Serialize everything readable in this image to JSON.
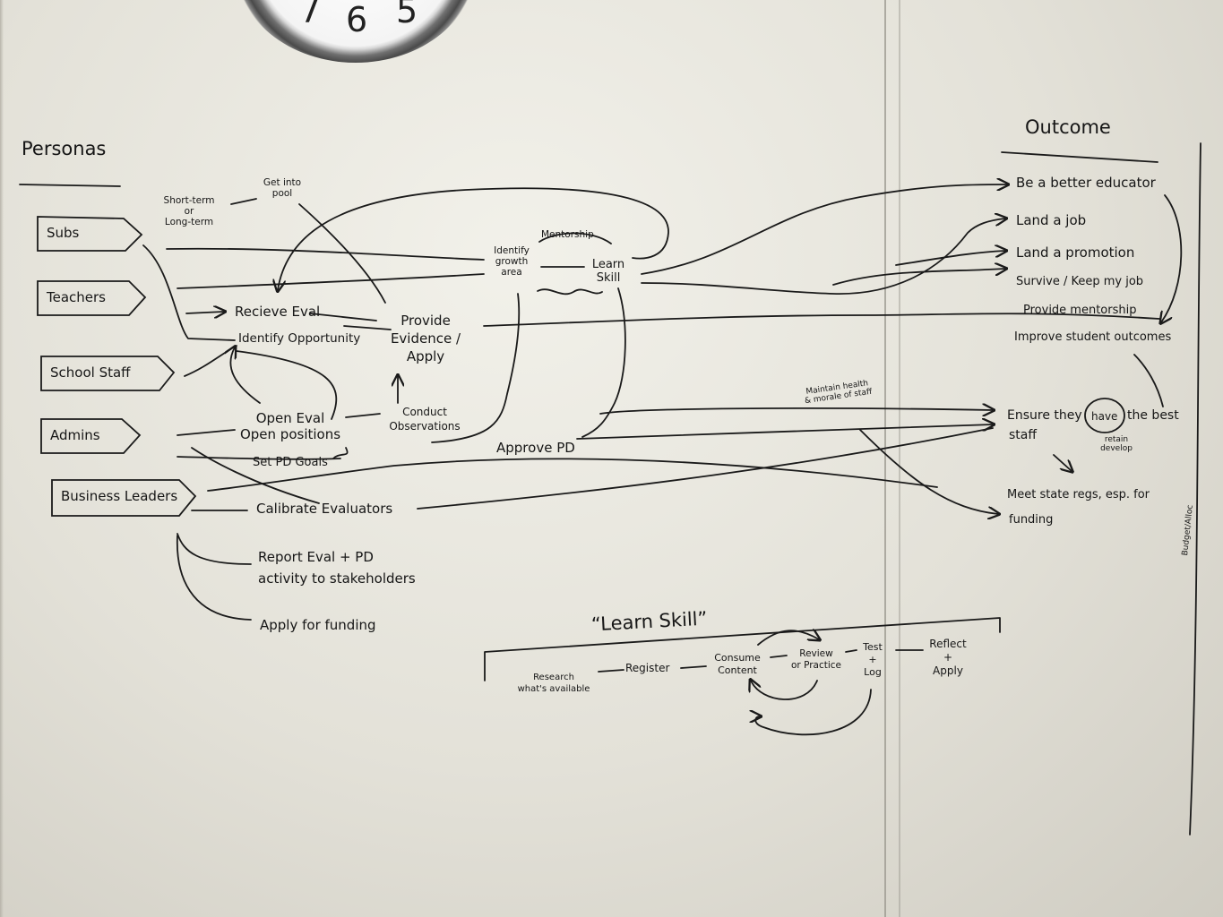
{
  "clock": {
    "numbers": [
      "7",
      "6",
      "5"
    ]
  },
  "headings": {
    "personas": "Personas",
    "outcome": "Outcome",
    "learn_skill": "“Learn Skill”"
  },
  "personas": [
    "Subs",
    "Teachers",
    "School Staff",
    "Admins",
    "Business Leaders"
  ],
  "middle": {
    "short_term": "Short-term",
    "or": "or",
    "long_term": "Long-term",
    "get_into_pool": "Get into",
    "pool": "pool",
    "identify_growth": "Identify",
    "growth": "growth",
    "area": "area",
    "mentorship": "Mentorship",
    "learn": "Learn",
    "skill": "Skill",
    "receive_eval": "Recieve Eval",
    "identify_opportunity": "Identify Opportunity",
    "provide": "Provide",
    "evidence": "Evidence /",
    "apply": "Apply",
    "open_eval": "Open Eval",
    "open_positions": "Open positions",
    "conduct": "Conduct",
    "observations": "Observations",
    "set_pd_goals": "Set PD Goals",
    "approve_pd": "Approve PD",
    "calibrate_evaluators": "Calibrate Evaluators",
    "report_eval": "Report Eval + PD",
    "activity_stakeholders": "activity to stakeholders",
    "apply_funding": "Apply for funding",
    "maintain_health": "Maintain health",
    "morale_staff": "& morale of staff"
  },
  "outcomes": [
    "Be a better educator",
    "Land a job",
    "Land a promotion",
    "Survive / Keep my job",
    "Provide mentorship",
    "Improve student outcomes"
  ],
  "ensure": {
    "line1_a": "Ensure they",
    "have": "have",
    "line1_b": "the best",
    "line2": "staff",
    "retain": "retain",
    "develop": "develop",
    "meet_state": "Meet state regs, esp. for",
    "funding": "funding"
  },
  "learn_steps": {
    "research": "Research",
    "whats_available": "what's available",
    "register": "Register",
    "consume": "Consume",
    "content": "Content",
    "review": "Review",
    "or_practice": "or Practice",
    "test": "Test",
    "plus": "+",
    "log": "Log",
    "reflect": "Reflect",
    "plus2": "+",
    "apply2": "Apply"
  },
  "margin_note": "Budget/Alloc"
}
